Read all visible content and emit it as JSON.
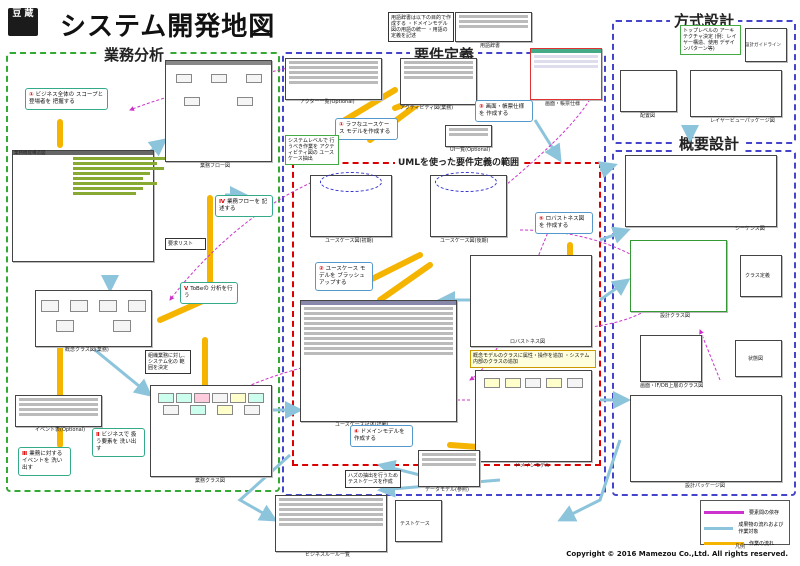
{
  "logo": {
    "text": "豆 蔵"
  },
  "title": "システム開発地図",
  "phases": {
    "business": "業務分析",
    "requirements": "要件定義",
    "architecture": "方式設計",
    "outline": "概要設計"
  },
  "uml_scope": "UMLを使った要件定義の範囲",
  "steps": [
    {
      "num": "①",
      "text": "ビジネス全体の スコープと登場者を 把握する"
    },
    {
      "num": "Ⅳ",
      "text": "業務フローを 記述する"
    },
    {
      "num": "Ⅴ",
      "text": "ToBeの 分析を行う"
    },
    {
      "num": "Ⅱ",
      "text": "ビジネスで 扱う要素を 洗い出す"
    },
    {
      "num": "Ⅲ",
      "text": "業務に対する イベントを 洗い出す"
    },
    {
      "num": "①",
      "text": "ラフなユースケース モデルを作成する"
    },
    {
      "num": "③",
      "text": "画面・帳票仕様を 作成する"
    },
    {
      "num": "②",
      "text": "ユースケース モデルを ブラッシュアップする"
    },
    {
      "num": "⑤",
      "text": "ロバストネス図を 作成する"
    },
    {
      "num": "④",
      "text": "ドメインモデルを 作成する"
    }
  ],
  "notes": {
    "top_note": "用語辞書は以下の目的で作成する ・ドメインモデル図の用語の統一 ・用語の定義を記述",
    "req_list": "要求リスト",
    "left_note": "システムレベルで 行うべき作業を アクティビティ図の ユースケース抽出",
    "review_note": "組織業務に対し、 システム化の 範囲を決定",
    "domain_note": "概念モデルのクラスに属性・操作を追加 ・システム内部のクラスの追加",
    "arch_note": "トップレベルの アーキテクチャ決定 (例：レイヤー構造、使用 デザインパターン等)",
    "test_note": "ハズの抽出を行うため テストケースを作成"
  },
  "captions": {
    "business_chart": "業務機能構造図",
    "business_flow": "業務フロー図",
    "org_class": "概念クラス図(業務)",
    "event_table": "イベント表(Optional)",
    "business_class": "業務クラス図",
    "actor_list": "アクター一覧(Optional)",
    "activity": "アクティビティ図(業務)",
    "ui_list": "UI一覧(Optional)",
    "glossary": "用語辞書",
    "screen_spec": "画面・帳票仕様",
    "usecase_diagram": "ユースケース図(初期)",
    "usecase_diagram2": "ユースケース図(後期)",
    "robustness": "ロバストネス図",
    "usecase_desc": "ユースケース記述(詳細)",
    "domain_model": "ドメインモデル",
    "data_chart": "データモデル(参照)",
    "business_rules": "ビジネスルール一覧",
    "test_case": "テストケース",
    "deploy": "配置図",
    "package": "レイヤービューパッケージ図",
    "design_guide": "設計ガイドライン",
    "sequence": "シーケンス図",
    "class_design": "設計クラス図",
    "class_def": "クラス定義",
    "state": "状態図",
    "interface": "画面・IF/DB上層のクラス図",
    "design_pkg": "設計パッケージ図"
  },
  "legend": {
    "title": "凡例",
    "items": [
      {
        "label": "要素間の依存",
        "color": "#cc33cc"
      },
      {
        "label": "成果物の流れおよび作業対象",
        "color": "#8cc4dc"
      },
      {
        "label": "作業の流れ",
        "color": "#f5b400"
      }
    ]
  },
  "copyright": "Copyright © 2016 Mamezou Co.,Ltd. All rights reserved."
}
